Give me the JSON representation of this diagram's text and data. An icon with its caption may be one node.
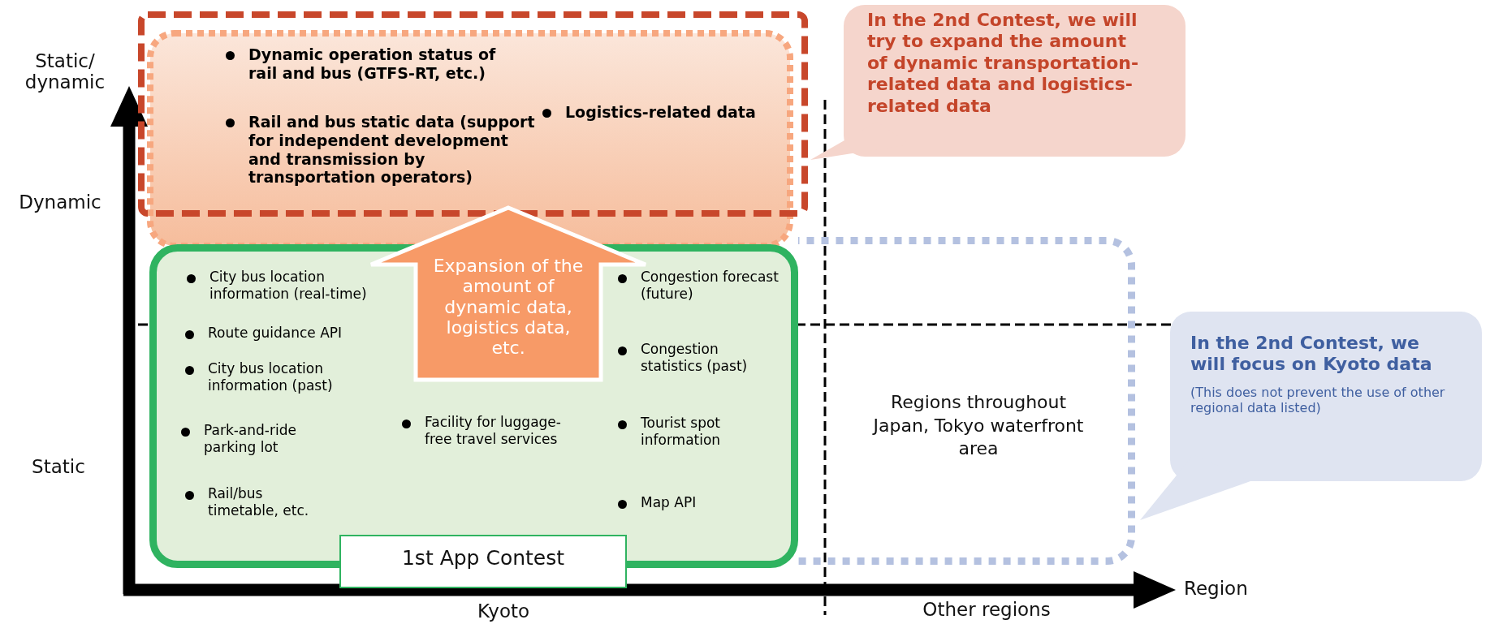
{
  "diagram": {
    "nodes": [
      {
        "text": [
          "Dynamic operation status of rail and bus (GTFS-RT, etc.)",
          "Rail and bus static data (support for independent development and transmission by transportation operators)",
          "Logistics-related data"
        ]
      },
      {
        "text": [],
        "shape": "box"
      },
      {
        "text": [
          "City bus location information (real-time)",
          "Route guidance API",
          "City bus location information (past)",
          "Park-and-ride parking lot",
          "Rail/bus timetable, etc.",
          "Facility for luggage-free travel services",
          "Congestion forecast (future)",
          "Congestion statistics (past)",
          "Tourist spot information",
          "Map API"
        ]
      },
      {
        "text": [
          "1st App Contest"
        ]
      },
      {
        "text": [
          "Expansion of the amount of dynamic data, logistics data, etc."
        ]
      },
      {
        "text": [
          "Regions throughout Japan, Tokyo waterfront area"
        ]
      },
      {
        "text": [
          "In the 2nd Contest, we will try to expand the amount of dynamic transportation-related data and logistics-related data"
        ]
      },
      {
        "text": [
          "In the 2nd Contest, we will focus on Kyoto data",
          "(This does not prevent the use of other regional data listed)"
        ]
      }
    ],
    "labels": [
      "Static/ dynamic",
      "Dynamic",
      "Static",
      "Kyoto",
      "Other regions",
      "Region"
    ]
  }
}
